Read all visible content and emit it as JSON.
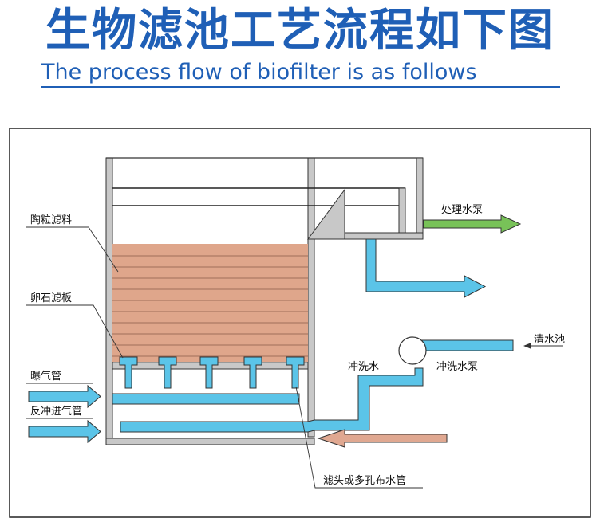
{
  "header": {
    "title": "生物滤池工艺流程如下图",
    "subtitle": "The process flow of biofilter is as follows"
  },
  "labels": {
    "ceramsite_media": "陶粒滤料",
    "pebble_plate": "卵石滤板",
    "aeration_pipe": "曝气管",
    "backwash_air_pipe": "反冲进气管",
    "treatment_pump": "处理水泵",
    "clean_water_tank": "清水池",
    "backwash_water": "冲洗水",
    "backwash_pump": "冲洗水泵",
    "filter_nozzle": "滤头或多孔布水管"
  },
  "colors": {
    "title": "#1f5fb6",
    "water": "#5bc4e8",
    "media": "#dfa68b",
    "wall": "#c8c8c8",
    "treated_arrow": "#78c258",
    "backwash_arrow": "#e0a891"
  }
}
